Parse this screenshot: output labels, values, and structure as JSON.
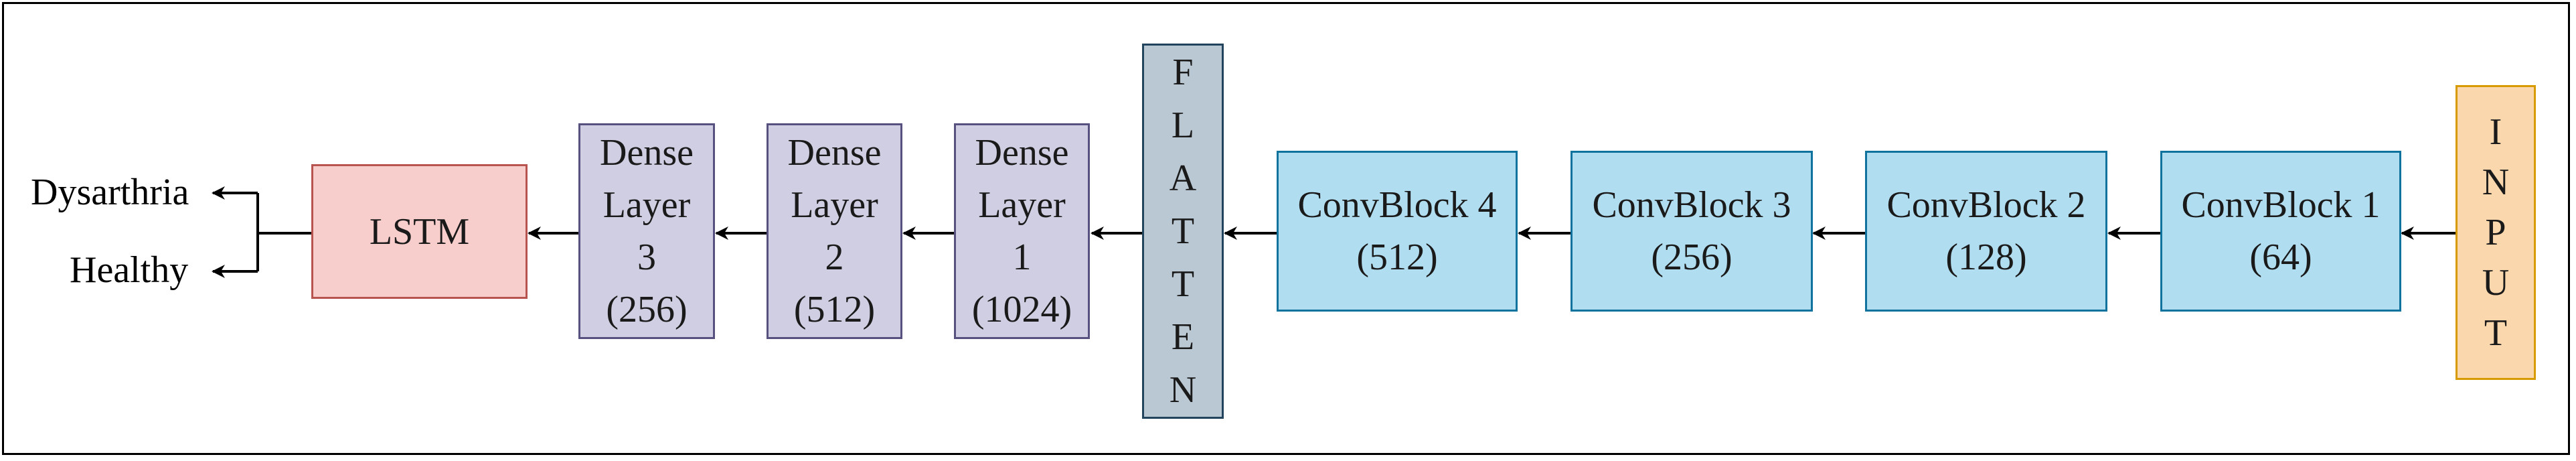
{
  "diagram": {
    "input": {
      "letters": [
        "I",
        "N",
        "P",
        "U",
        "T"
      ]
    },
    "conv_blocks": [
      {
        "line1": "ConvBlock 1",
        "line2": "(64)"
      },
      {
        "line1": "ConvBlock 2",
        "line2": "(128)"
      },
      {
        "line1": "ConvBlock 3",
        "line2": "(256)"
      },
      {
        "line1": "ConvBlock 4",
        "line2": "(512)"
      }
    ],
    "flatten": {
      "letters": [
        "F",
        "L",
        "A",
        "T",
        "T",
        "E",
        "N"
      ]
    },
    "dense_layers": [
      {
        "line1": "Dense",
        "line2": "Layer",
        "line3": "1",
        "line4": "(1024)"
      },
      {
        "line1": "Dense",
        "line2": "Layer",
        "line3": "2",
        "line4": "(512)"
      },
      {
        "line1": "Dense",
        "line2": "Layer",
        "line3": "3",
        "line4": "(256)"
      }
    ],
    "lstm": {
      "label": "LSTM"
    },
    "outputs": {
      "dysarthria": "Dysarthria",
      "healthy": "Healthy"
    }
  },
  "colors": {
    "input_fill": "#fad7ac",
    "input_stroke": "#d79b00",
    "conv_fill": "#b1ddf0",
    "conv_stroke": "#10739e",
    "flatten_fill": "#bac8d3",
    "flatten_stroke": "#23445d",
    "dense_fill": "#d0cee2",
    "dense_stroke": "#56517e",
    "lstm_fill": "#f8cecc",
    "lstm_stroke": "#b85450",
    "arrow": "#000000"
  }
}
